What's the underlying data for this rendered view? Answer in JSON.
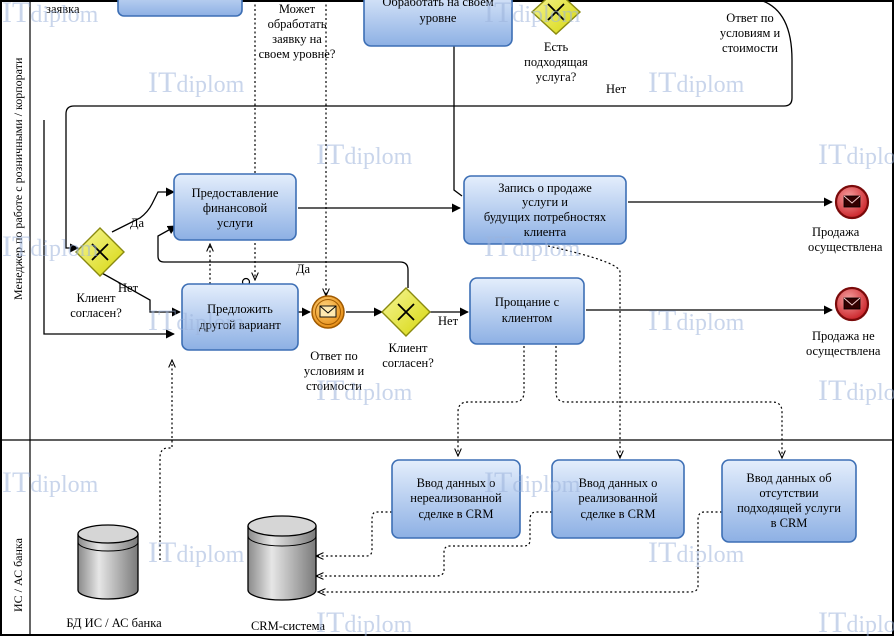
{
  "lanes": {
    "manager": "Менеджер по работе с розничными / корпорати",
    "system": "ИС / АС банка"
  },
  "tasks": {
    "top_partial": "заявка",
    "process_own_level": [
      "Обработать на своем",
      "уровне"
    ],
    "provide_service": [
      "Предоставление",
      "финансовой",
      "услуги"
    ],
    "offer_other": [
      "Предложить",
      "другой вариант"
    ],
    "record_sale": [
      "Запись о продаже",
      "услуги и",
      "будущих потребностях",
      "клиента"
    ],
    "farewell": [
      "Прощание с",
      "клиентом"
    ],
    "input_unrealized": [
      "Ввод данных о",
      "нереализованной",
      "сделке в CRM"
    ],
    "input_realized": [
      "Ввод данных о",
      "реализованной",
      "сделке в CRM"
    ],
    "input_absence": [
      "Ввод данных об",
      "отсутствии",
      "подходящей услуги",
      "в CRM"
    ]
  },
  "gateways": {
    "can_process": [
      "Может",
      "обработать",
      "заявку на",
      "своем уровне?"
    ],
    "has_service": [
      "Есть",
      "подходящая",
      "услуга?"
    ],
    "client_agree_1": [
      "Клиент",
      "согласен?"
    ],
    "client_agree_2": [
      "Клиент",
      "согласен?"
    ]
  },
  "flow_labels": {
    "yes_1": "Да",
    "no_1": "Нет",
    "yes_2": "Да",
    "no_2": "Нет",
    "no_top": "Нет"
  },
  "events": {
    "answer_top": [
      "Ответ по",
      "условиям и",
      "стоимости"
    ],
    "answer_mid": [
      "Ответ по",
      "условиям и",
      "стоимости"
    ],
    "sale_done": [
      "Продажа",
      "осуществлена"
    ],
    "sale_not_done": [
      "Продажа не",
      "осуществлена"
    ]
  },
  "datastores": {
    "bank_db": "БД ИС / АС банка",
    "crm": "CRM-система"
  },
  "watermark": "ITdiplom",
  "colors": {
    "task_fill_top": "#dce9fb",
    "task_fill_bottom": "#8fb3e6",
    "task_stroke": "#3d6fb5",
    "gateway_fill": "#e8e832",
    "end_event": "#d9232a",
    "message_event": "#f0a020"
  }
}
